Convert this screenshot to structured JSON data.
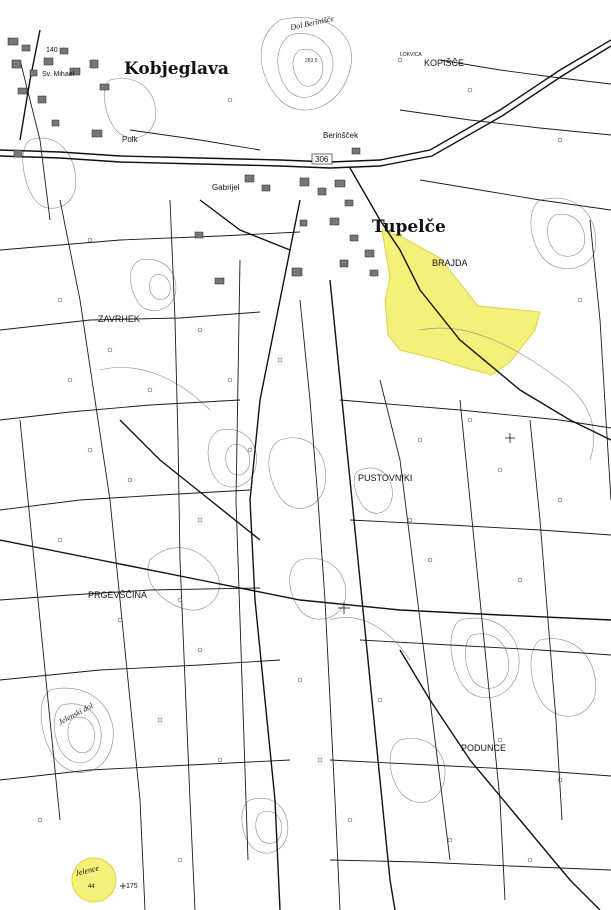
{
  "map": {
    "settlements": [
      {
        "id": "kobjeglava",
        "label": "Kobjeglava"
      },
      {
        "id": "tupelce",
        "label": "Tupelče"
      }
    ],
    "localities": [
      {
        "id": "sv-mihael",
        "label": "Sv. Mihael"
      },
      {
        "id": "polk",
        "label": "Polk"
      },
      {
        "id": "gabrijel",
        "label": "Gabrijel"
      },
      {
        "id": "berinscek",
        "label": "Berinšček"
      },
      {
        "id": "kopisce",
        "label": "KOPIŠČE"
      },
      {
        "id": "lokvica",
        "label": "LOKVICA"
      },
      {
        "id": "brajda",
        "label": "BRAJDA"
      },
      {
        "id": "zavrhek",
        "label": "ZAVRHEK"
      },
      {
        "id": "pustovniki",
        "label": "PUSTOVNIKI"
      },
      {
        "id": "prgevscina",
        "label": "PRGEVŠČINA"
      },
      {
        "id": "podunce",
        "label": "PODUNCE"
      }
    ],
    "italic_names": [
      {
        "id": "dol-berinisce",
        "label": "Dol Berinišče"
      },
      {
        "id": "jelenski-dol",
        "label": "Jelenski dol"
      },
      {
        "id": "jelence",
        "label": "Jelence"
      }
    ],
    "road_numbers": [
      "306"
    ],
    "elevations": [
      "140",
      "175",
      "283,5",
      "44"
    ],
    "highlight_color": "#f4f07a",
    "line_color": "#1a1a1a"
  }
}
